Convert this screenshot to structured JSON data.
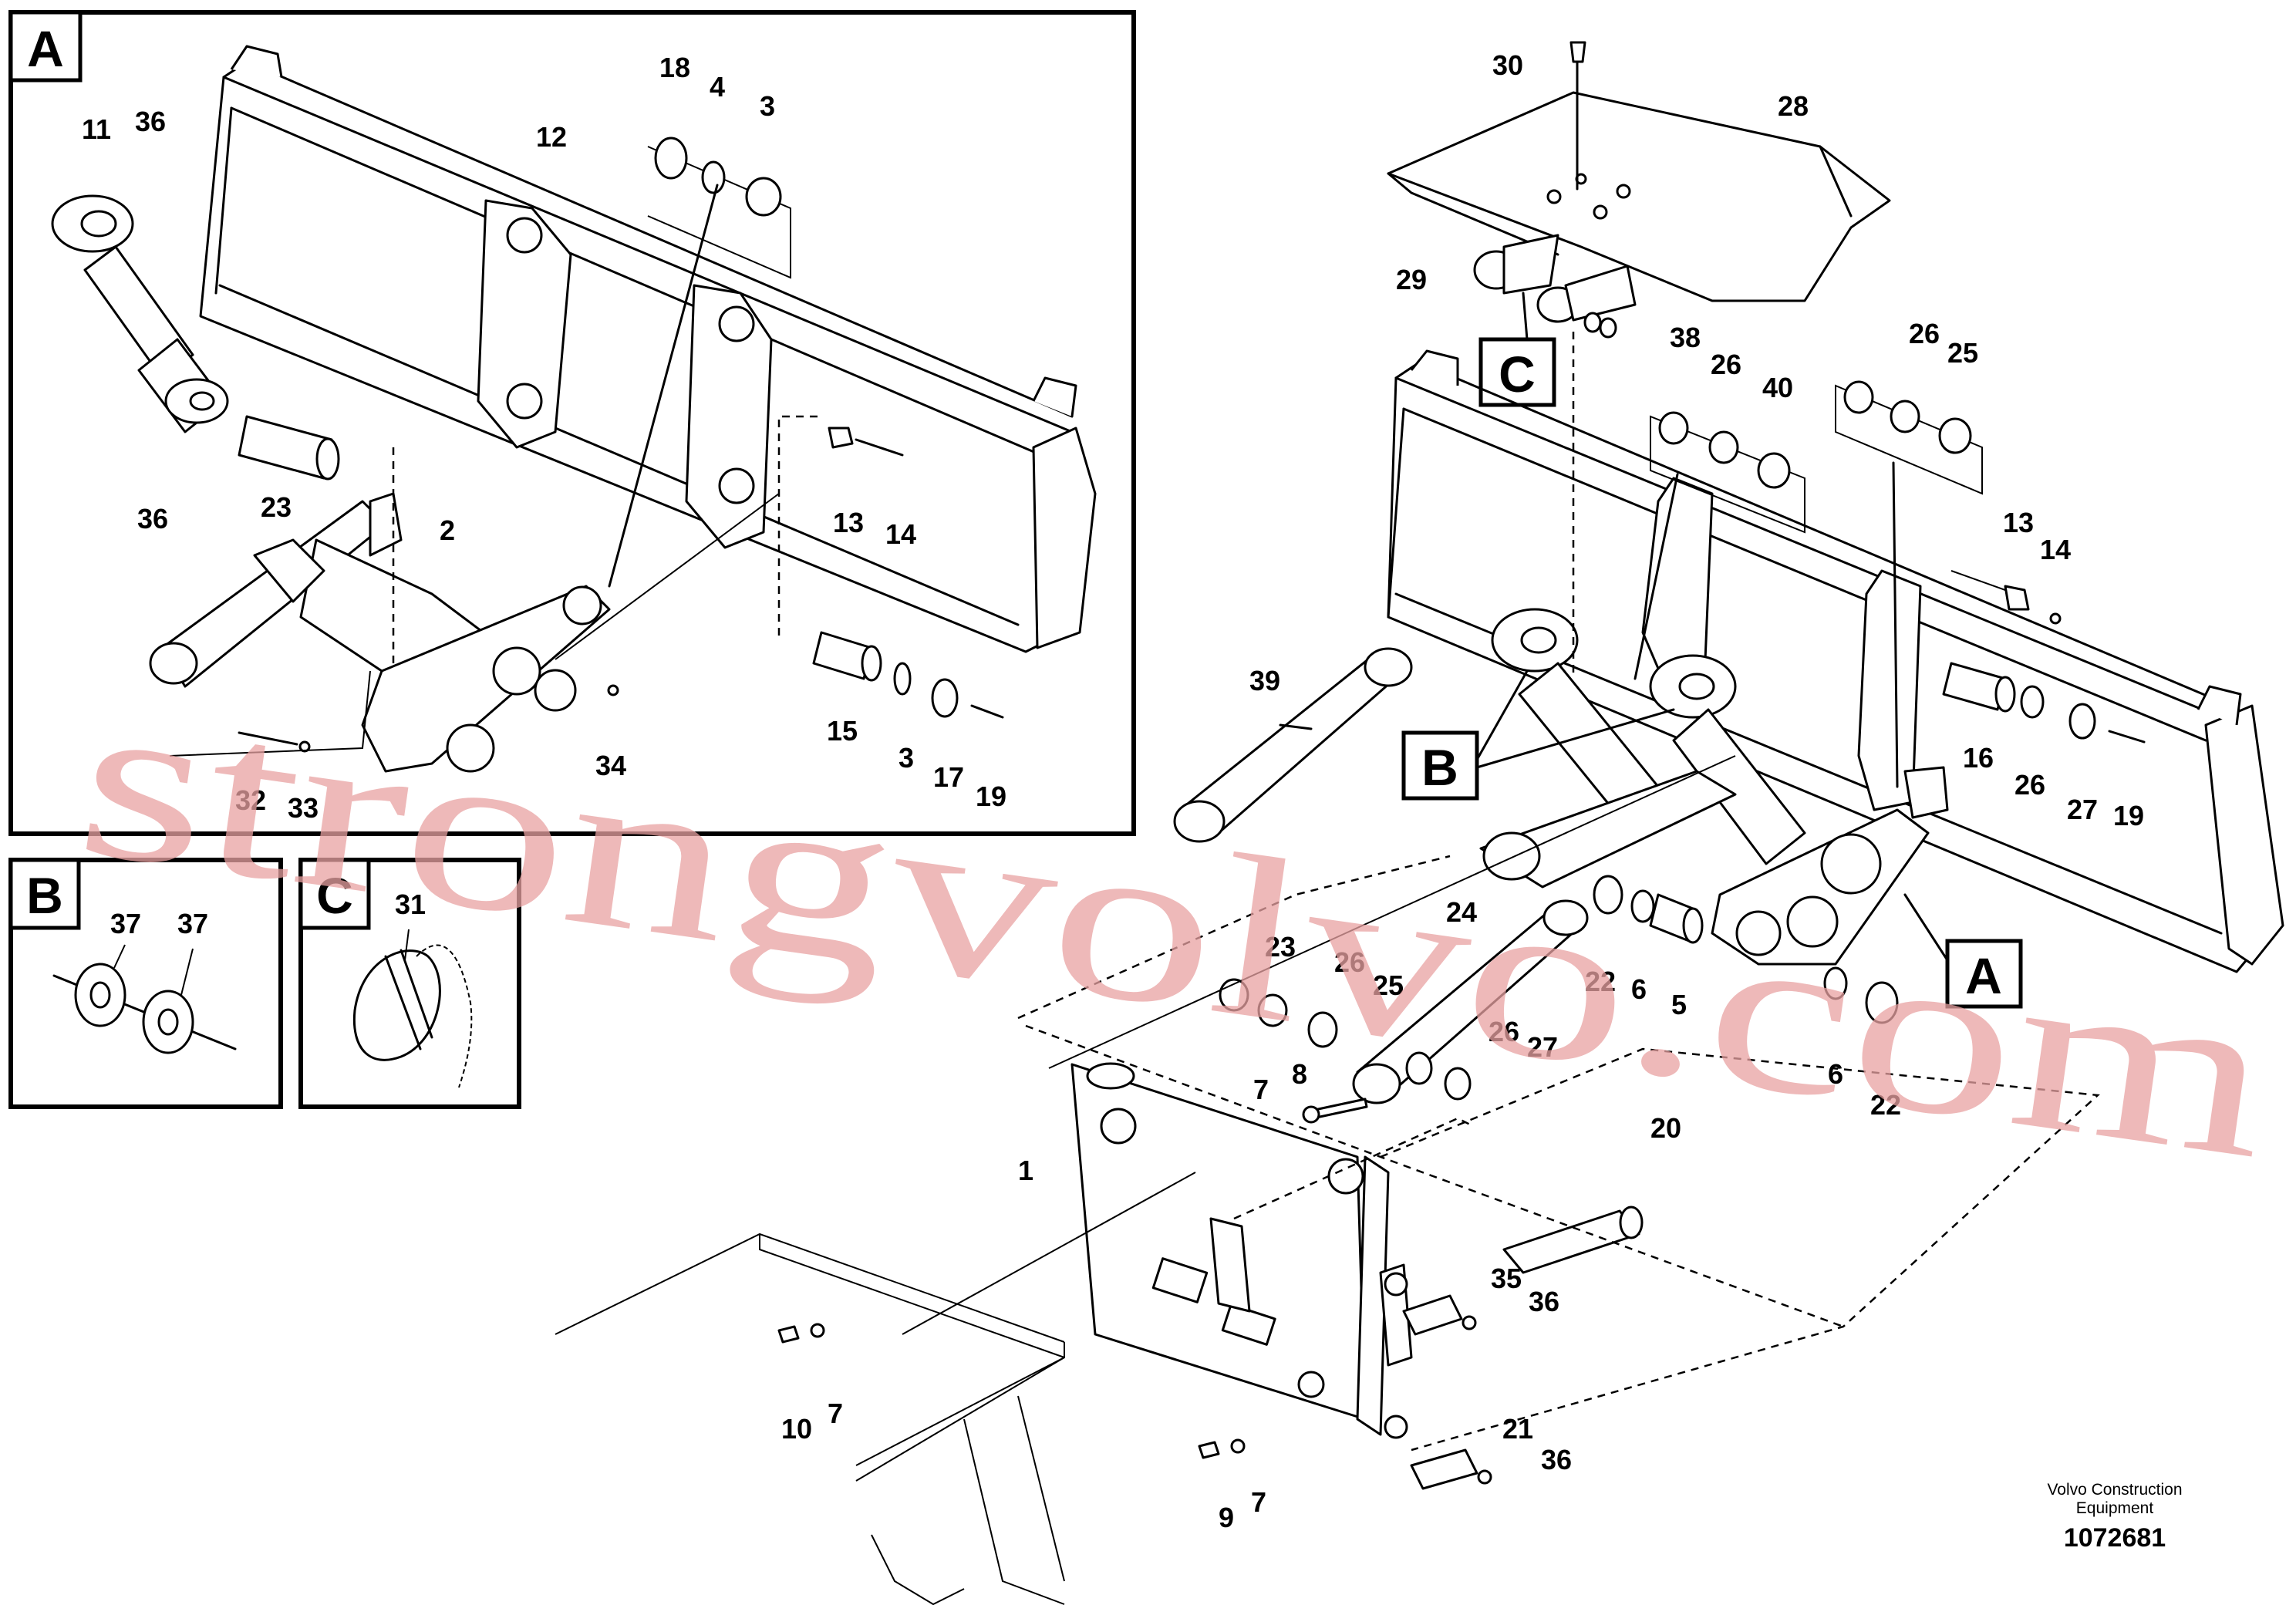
{
  "figure": {
    "panels": [
      {
        "id": "A",
        "label": "A"
      },
      {
        "id": "B",
        "label": "B"
      },
      {
        "id": "C",
        "label": "C"
      }
    ],
    "ref_tags": {
      "A": "A",
      "B": "B",
      "C": "C"
    },
    "callouts_panel_a": [
      "11",
      "36",
      "12",
      "18",
      "4",
      "3",
      "36",
      "23",
      "2",
      "13",
      "14",
      "15",
      "3",
      "17",
      "19",
      "34",
      "32",
      "33"
    ],
    "callouts_panel_b": [
      "37",
      "37"
    ],
    "callouts_panel_c": [
      "31"
    ],
    "callouts_main": [
      "30",
      "28",
      "29",
      "38",
      "26",
      "40",
      "26",
      "25",
      "13",
      "14",
      "39",
      "16",
      "26",
      "27",
      "19",
      "24",
      "23",
      "26",
      "25",
      "22",
      "6",
      "5",
      "26",
      "27",
      "7",
      "8",
      "1",
      "20",
      "22",
      "6",
      "35",
      "36",
      "10",
      "7",
      "21",
      "36",
      "9",
      "7"
    ],
    "credit_line1": "Volvo Construction",
    "credit_line2": "Equipment",
    "document_number": "1072681",
    "watermark": "strongvolvo.com"
  }
}
